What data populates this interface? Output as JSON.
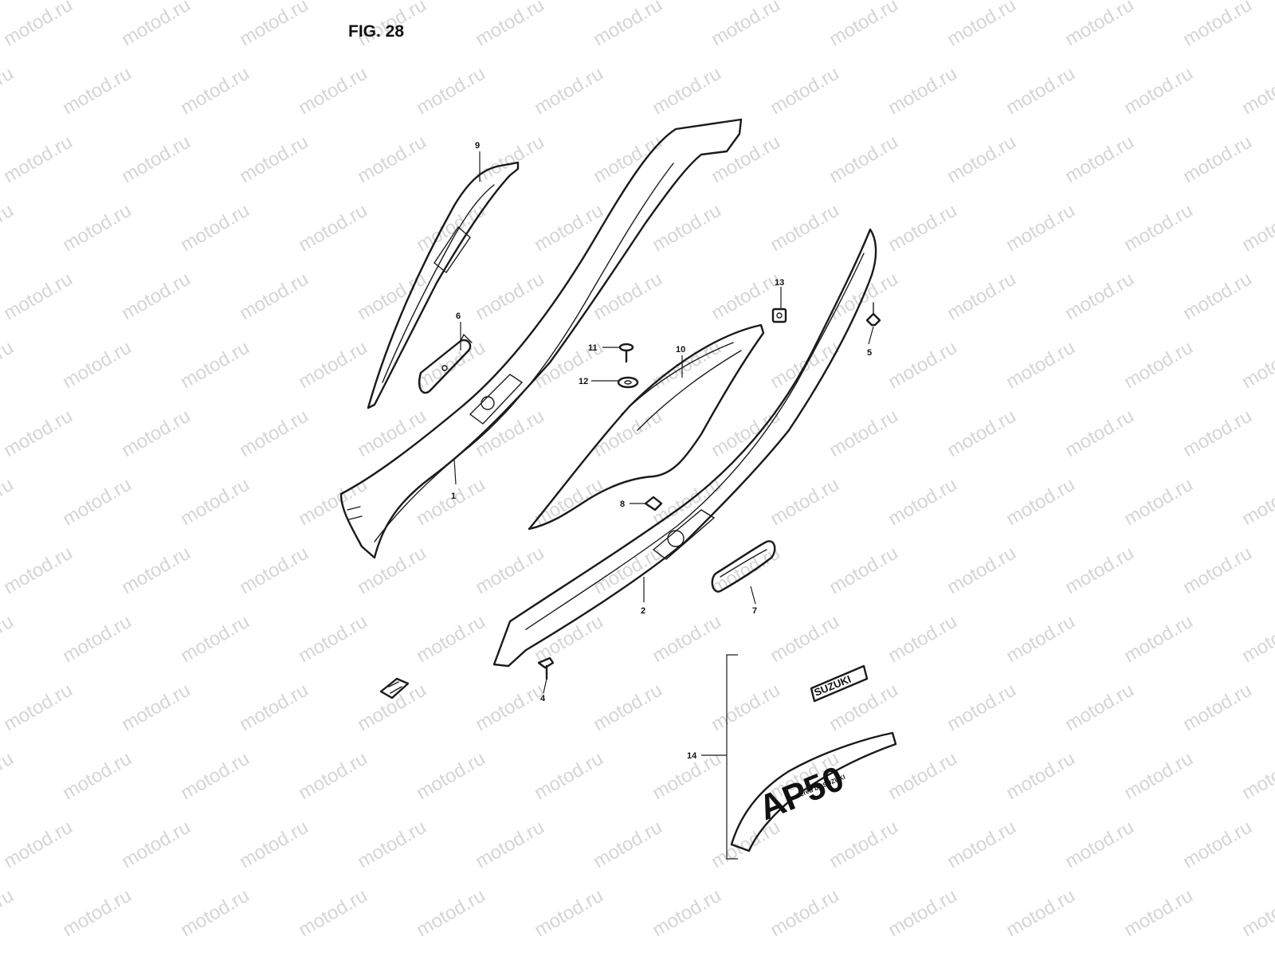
{
  "figure": {
    "title": "FIG. 28",
    "watermark": "motod.ru"
  },
  "callouts": [
    {
      "id": "c1",
      "label": "1"
    },
    {
      "id": "c2",
      "label": "2"
    },
    {
      "id": "c4",
      "label": "4"
    },
    {
      "id": "c5",
      "label": "5"
    },
    {
      "id": "c6",
      "label": "6"
    },
    {
      "id": "c7",
      "label": "7"
    },
    {
      "id": "c8",
      "label": "8"
    },
    {
      "id": "c9",
      "label": "9"
    },
    {
      "id": "c10",
      "label": "10"
    },
    {
      "id": "c11",
      "label": "11"
    },
    {
      "id": "c12",
      "label": "12"
    },
    {
      "id": "c13",
      "label": "13"
    },
    {
      "id": "c14",
      "label": "14"
    }
  ],
  "emblems": {
    "brand_badge": "SUZUKI",
    "model_logo": "AP50",
    "model_tagline": "Powered by SUZUKI"
  }
}
